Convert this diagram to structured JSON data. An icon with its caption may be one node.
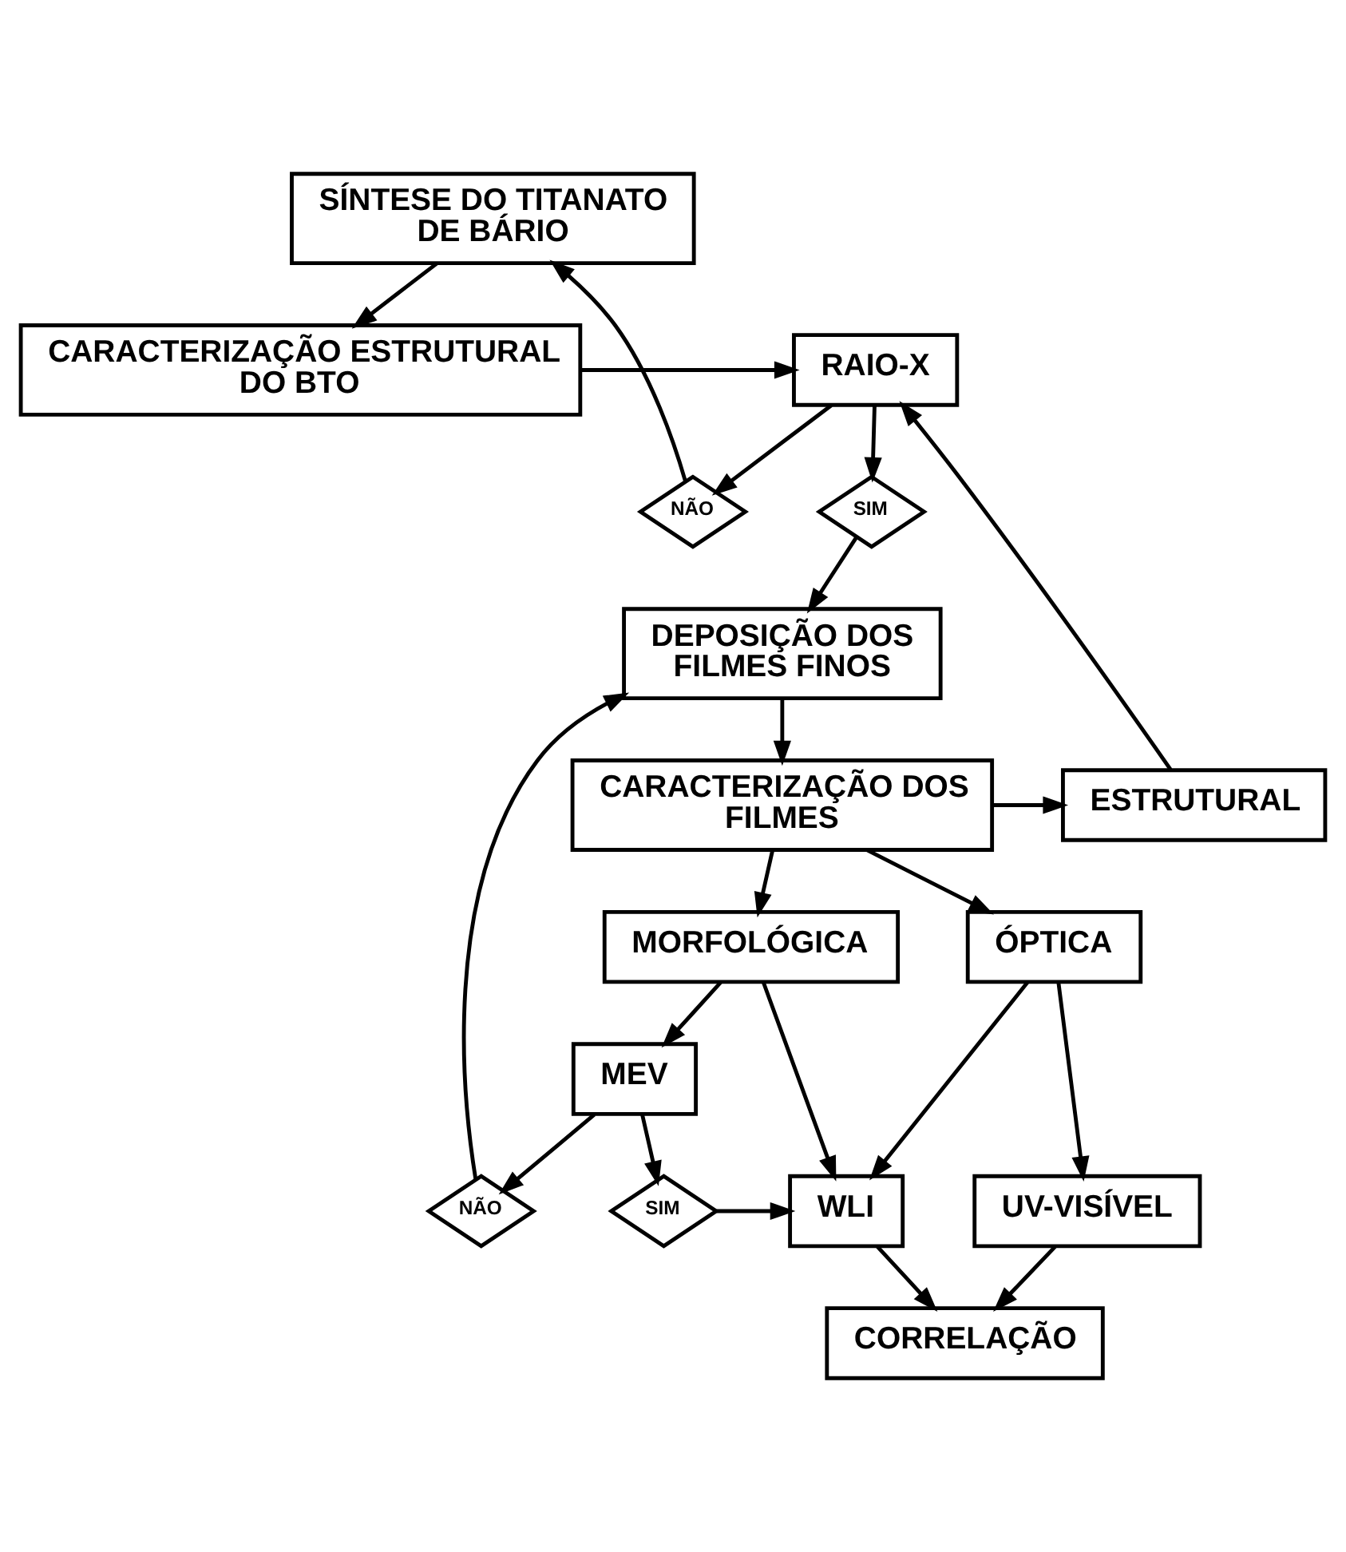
{
  "diagram": {
    "nodes": [
      {
        "text": [
          "SÍNTESE DO TITANATO DE BÁRIO"
        ]
      },
      {
        "text": [
          "CARACTERIZAÇÃO ESTRUTURAL DO BTO"
        ]
      },
      {
        "text": [
          "RAIO-X"
        ]
      },
      {
        "text": [
          "NÃO"
        ]
      },
      {
        "text": [
          "SIM"
        ]
      },
      {
        "text": [
          "DEPOSIÇÃO DOS FILMES FINOS"
        ]
      },
      {
        "text": [
          "NÃO"
        ]
      },
      {
        "text": [
          "CARACTERIZAÇÃO DOS FILMES"
        ]
      },
      {
        "text": [
          "ESTRUTURAL"
        ]
      },
      {
        "text": [
          "MEV"
        ]
      },
      {
        "text": [
          "MORFOLÓGICA"
        ]
      },
      {
        "text": [
          "ÓPTICA"
        ]
      },
      {
        "text": [
          "SIM"
        ]
      },
      {
        "text": [
          "WLI"
        ]
      },
      {
        "text": [
          "UV-VISÍVEL"
        ]
      },
      {
        "text": [
          "CORRELAÇÃO"
        ]
      }
    ],
    "edges": [
      {
        "from": 0,
        "to": 1,
        "arrow": "to"
      },
      {
        "from": 1,
        "to": 2,
        "arrow": "to"
      },
      {
        "from": 2,
        "to": 3,
        "arrow": "to"
      },
      {
        "from": 3,
        "to": 0,
        "arrow": "to"
      },
      {
        "from": 2,
        "to": 4,
        "arrow": "to"
      },
      {
        "from": 4,
        "to": 5,
        "arrow": "to"
      },
      {
        "from": 5,
        "to": 7,
        "arrow": "to"
      },
      {
        "from": 7,
        "to": 8,
        "arrow": "to"
      },
      {
        "from": 8,
        "to": 2,
        "arrow": "to"
      },
      {
        "from": 7,
        "to": 10,
        "arrow": "to"
      },
      {
        "from": 7,
        "to": 11,
        "arrow": "to"
      },
      {
        "from": 10,
        "to": 9,
        "arrow": "to"
      },
      {
        "from": 9,
        "to": 6,
        "arrow": "to"
      },
      {
        "from": 6,
        "to": 5,
        "arrow": "to"
      },
      {
        "from": 9,
        "to": 12,
        "arrow": "to"
      },
      {
        "from": 12,
        "to": 13,
        "arrow": "to"
      },
      {
        "from": 10,
        "to": 13,
        "arrow": "to"
      },
      {
        "from": 11,
        "to": 13,
        "arrow": "to"
      },
      {
        "from": 11,
        "to": 14,
        "arrow": "to"
      },
      {
        "from": 13,
        "to": 15,
        "arrow": "to"
      },
      {
        "from": 14,
        "to": 15,
        "arrow": "to"
      }
    ]
  }
}
